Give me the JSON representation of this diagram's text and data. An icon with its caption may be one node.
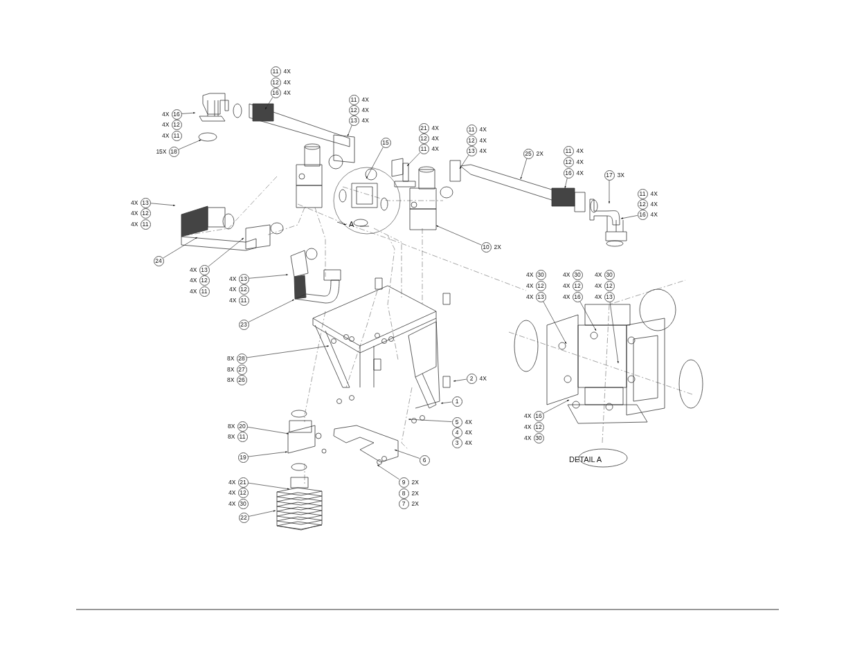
{
  "diagram": {
    "nodes": [
      {
        "text": [
          "11"
        ],
        "beside": [
          "4X"
        ]
      },
      {
        "text": [
          "12"
        ],
        "beside": [
          "4X"
        ]
      },
      {
        "text": [
          "16"
        ],
        "beside": [
          "4X"
        ]
      },
      {
        "text": [
          "11"
        ],
        "beside": [
          "4X"
        ]
      },
      {
        "text": [
          "12"
        ],
        "beside": [
          "4X"
        ]
      },
      {
        "text": [
          "13"
        ],
        "beside": [
          "4X"
        ]
      },
      {
        "text": [
          "16"
        ],
        "beside": [
          "4X"
        ]
      },
      {
        "text": [
          "12"
        ],
        "beside": [
          "4X"
        ]
      },
      {
        "text": [
          "11"
        ],
        "beside": [
          "4X"
        ]
      },
      {
        "text": [
          "21"
        ],
        "beside": [
          "4X"
        ]
      },
      {
        "text": [
          "12"
        ],
        "beside": [
          "4X"
        ]
      },
      {
        "text": [
          "11"
        ],
        "beside": [
          "4X"
        ]
      },
      {
        "text": [
          "11"
        ],
        "beside": [
          "4X"
        ]
      },
      {
        "text": [
          "12"
        ],
        "beside": [
          "4X"
        ]
      },
      {
        "text": [
          "13"
        ],
        "beside": [
          "4X"
        ]
      },
      {
        "text": [
          "15"
        ]
      },
      {
        "text": [
          "18"
        ],
        "beside": [
          "15X"
        ]
      },
      {
        "text": [
          "25"
        ],
        "beside": [
          "2X"
        ]
      },
      {
        "text": [
          "11"
        ],
        "beside": [
          "4X"
        ]
      },
      {
        "text": [
          "12"
        ],
        "beside": [
          "4X"
        ]
      },
      {
        "text": [
          "16"
        ],
        "beside": [
          "4X"
        ]
      },
      {
        "text": [
          "17"
        ],
        "beside": [
          "3X"
        ]
      },
      {
        "text": [
          "11"
        ],
        "beside": [
          "4X"
        ]
      },
      {
        "text": [
          "12"
        ],
        "beside": [
          "4X"
        ]
      },
      {
        "text": [
          "16"
        ],
        "beside": [
          "4X"
        ]
      },
      {
        "text": [
          "13"
        ],
        "beside": [
          "4X"
        ]
      },
      {
        "text": [
          "12"
        ],
        "beside": [
          "4X"
        ]
      },
      {
        "text": [
          "11"
        ],
        "beside": [
          "4X"
        ]
      },
      {
        "text": [
          "10"
        ],
        "beside": [
          "2X"
        ]
      },
      {
        "text": [
          "24"
        ]
      },
      {
        "text": [
          "13"
        ],
        "beside": [
          "4X"
        ]
      },
      {
        "text": [
          "12"
        ],
        "beside": [
          "4X"
        ]
      },
      {
        "text": [
          "11"
        ],
        "beside": [
          "4X"
        ]
      },
      {
        "text": [
          "13"
        ],
        "beside": [
          "4X"
        ]
      },
      {
        "text": [
          "12"
        ],
        "beside": [
          "4X"
        ]
      },
      {
        "text": [
          "11"
        ],
        "beside": [
          "4X"
        ]
      },
      {
        "text": [
          "23"
        ]
      },
      {
        "text": [
          "30"
        ],
        "beside": [
          "4X"
        ]
      },
      {
        "text": [
          "12"
        ],
        "beside": [
          "4X"
        ]
      },
      {
        "text": [
          "13"
        ],
        "beside": [
          "4X"
        ]
      },
      {
        "text": [
          "30"
        ],
        "beside": [
          "4X"
        ]
      },
      {
        "text": [
          "12"
        ],
        "beside": [
          "4X"
        ]
      },
      {
        "text": [
          "16"
        ],
        "beside": [
          "4X"
        ]
      },
      {
        "text": [
          "30"
        ],
        "beside": [
          "4X"
        ]
      },
      {
        "text": [
          "12"
        ],
        "beside": [
          "4X"
        ]
      },
      {
        "text": [
          "13"
        ],
        "beside": [
          "4X"
        ]
      },
      {
        "text": [
          "28"
        ],
        "beside": [
          "8X"
        ]
      },
      {
        "text": [
          "27"
        ],
        "beside": [
          "8X"
        ]
      },
      {
        "text": [
          "26"
        ],
        "beside": [
          "8X"
        ]
      },
      {
        "text": [
          "2"
        ],
        "beside": [
          "4X"
        ]
      },
      {
        "text": [
          "1"
        ]
      },
      {
        "text": [
          "16"
        ],
        "beside": [
          "4X"
        ]
      },
      {
        "text": [
          "12"
        ],
        "beside": [
          "4X"
        ]
      },
      {
        "text": [
          "30"
        ],
        "beside": [
          "4X"
        ]
      },
      {
        "text": [
          "5"
        ],
        "beside": [
          "4X"
        ]
      },
      {
        "text": [
          "4"
        ],
        "beside": [
          "4X"
        ]
      },
      {
        "text": [
          "3"
        ],
        "beside": [
          "4X"
        ]
      },
      {
        "text": [
          "20"
        ],
        "beside": [
          "8X"
        ]
      },
      {
        "text": [
          "11"
        ],
        "beside": [
          "8X"
        ]
      },
      {
        "text": [
          "19"
        ]
      },
      {
        "text": [
          "6"
        ]
      },
      {
        "text": [
          "9"
        ],
        "beside": [
          "2X"
        ]
      },
      {
        "text": [
          "8"
        ],
        "beside": [
          "2X"
        ]
      },
      {
        "text": [
          "7"
        ],
        "beside": [
          "2X"
        ]
      },
      {
        "text": [
          "21"
        ],
        "beside": [
          "4X"
        ]
      },
      {
        "text": [
          "12"
        ],
        "beside": [
          "4X"
        ]
      },
      {
        "text": [
          "30"
        ],
        "beside": [
          "4X"
        ]
      },
      {
        "text": [
          "22"
        ]
      },
      {
        "text": [],
        "shape": "circle"
      }
    ],
    "edges": [
      {
        "from": 2,
        "to": null,
        "arrow": "to"
      },
      {
        "from": 5,
        "to": null,
        "arrow": "to"
      },
      {
        "from": 6,
        "to": null,
        "arrow": "to"
      },
      {
        "from": 11,
        "to": null,
        "arrow": "to"
      },
      {
        "from": 14,
        "to": null,
        "arrow": "to"
      },
      {
        "from": 15,
        "to": null,
        "arrow": "to"
      },
      {
        "from": 16,
        "to": 68,
        "arrow": "to"
      },
      {
        "from": 17,
        "to": null,
        "arrow": "to"
      },
      {
        "from": 20,
        "to": null,
        "arrow": "to"
      },
      {
        "from": 21,
        "to": null,
        "arrow": "to"
      },
      {
        "from": 24,
        "to": null,
        "arrow": "to"
      },
      {
        "from": 25,
        "to": null,
        "arrow": "to"
      },
      {
        "from": 28,
        "to": null,
        "arrow": "to"
      },
      {
        "from": 29,
        "to": null,
        "arrow": "to"
      },
      {
        "from": 30,
        "to": null,
        "arrow": "to"
      },
      {
        "from": 33,
        "to": null,
        "arrow": "to"
      },
      {
        "from": 36,
        "to": null,
        "arrow": "to"
      },
      {
        "from": 39,
        "to": null,
        "arrow": "to"
      },
      {
        "from": 42,
        "to": null,
        "arrow": "to"
      },
      {
        "from": 45,
        "to": null,
        "arrow": "to"
      },
      {
        "from": 46,
        "to": null,
        "arrow": "to"
      },
      {
        "from": 49,
        "to": null,
        "arrow": "to"
      },
      {
        "from": 50,
        "to": null,
        "arrow": "to"
      },
      {
        "from": 51,
        "to": null,
        "arrow": "to"
      },
      {
        "from": 54,
        "to": null,
        "arrow": "to"
      },
      {
        "from": 57,
        "to": null,
        "arrow": "to"
      },
      {
        "from": 59,
        "to": null,
        "arrow": "to"
      },
      {
        "from": 60,
        "to": null,
        "arrow": "to"
      },
      {
        "from": 61,
        "to": null,
        "arrow": "to"
      },
      {
        "from": 64,
        "to": null,
        "arrow": "to"
      },
      {
        "from": 67,
        "to": null,
        "arrow": "to"
      }
    ],
    "labels": [
      "A",
      "DETAIL A"
    ]
  }
}
